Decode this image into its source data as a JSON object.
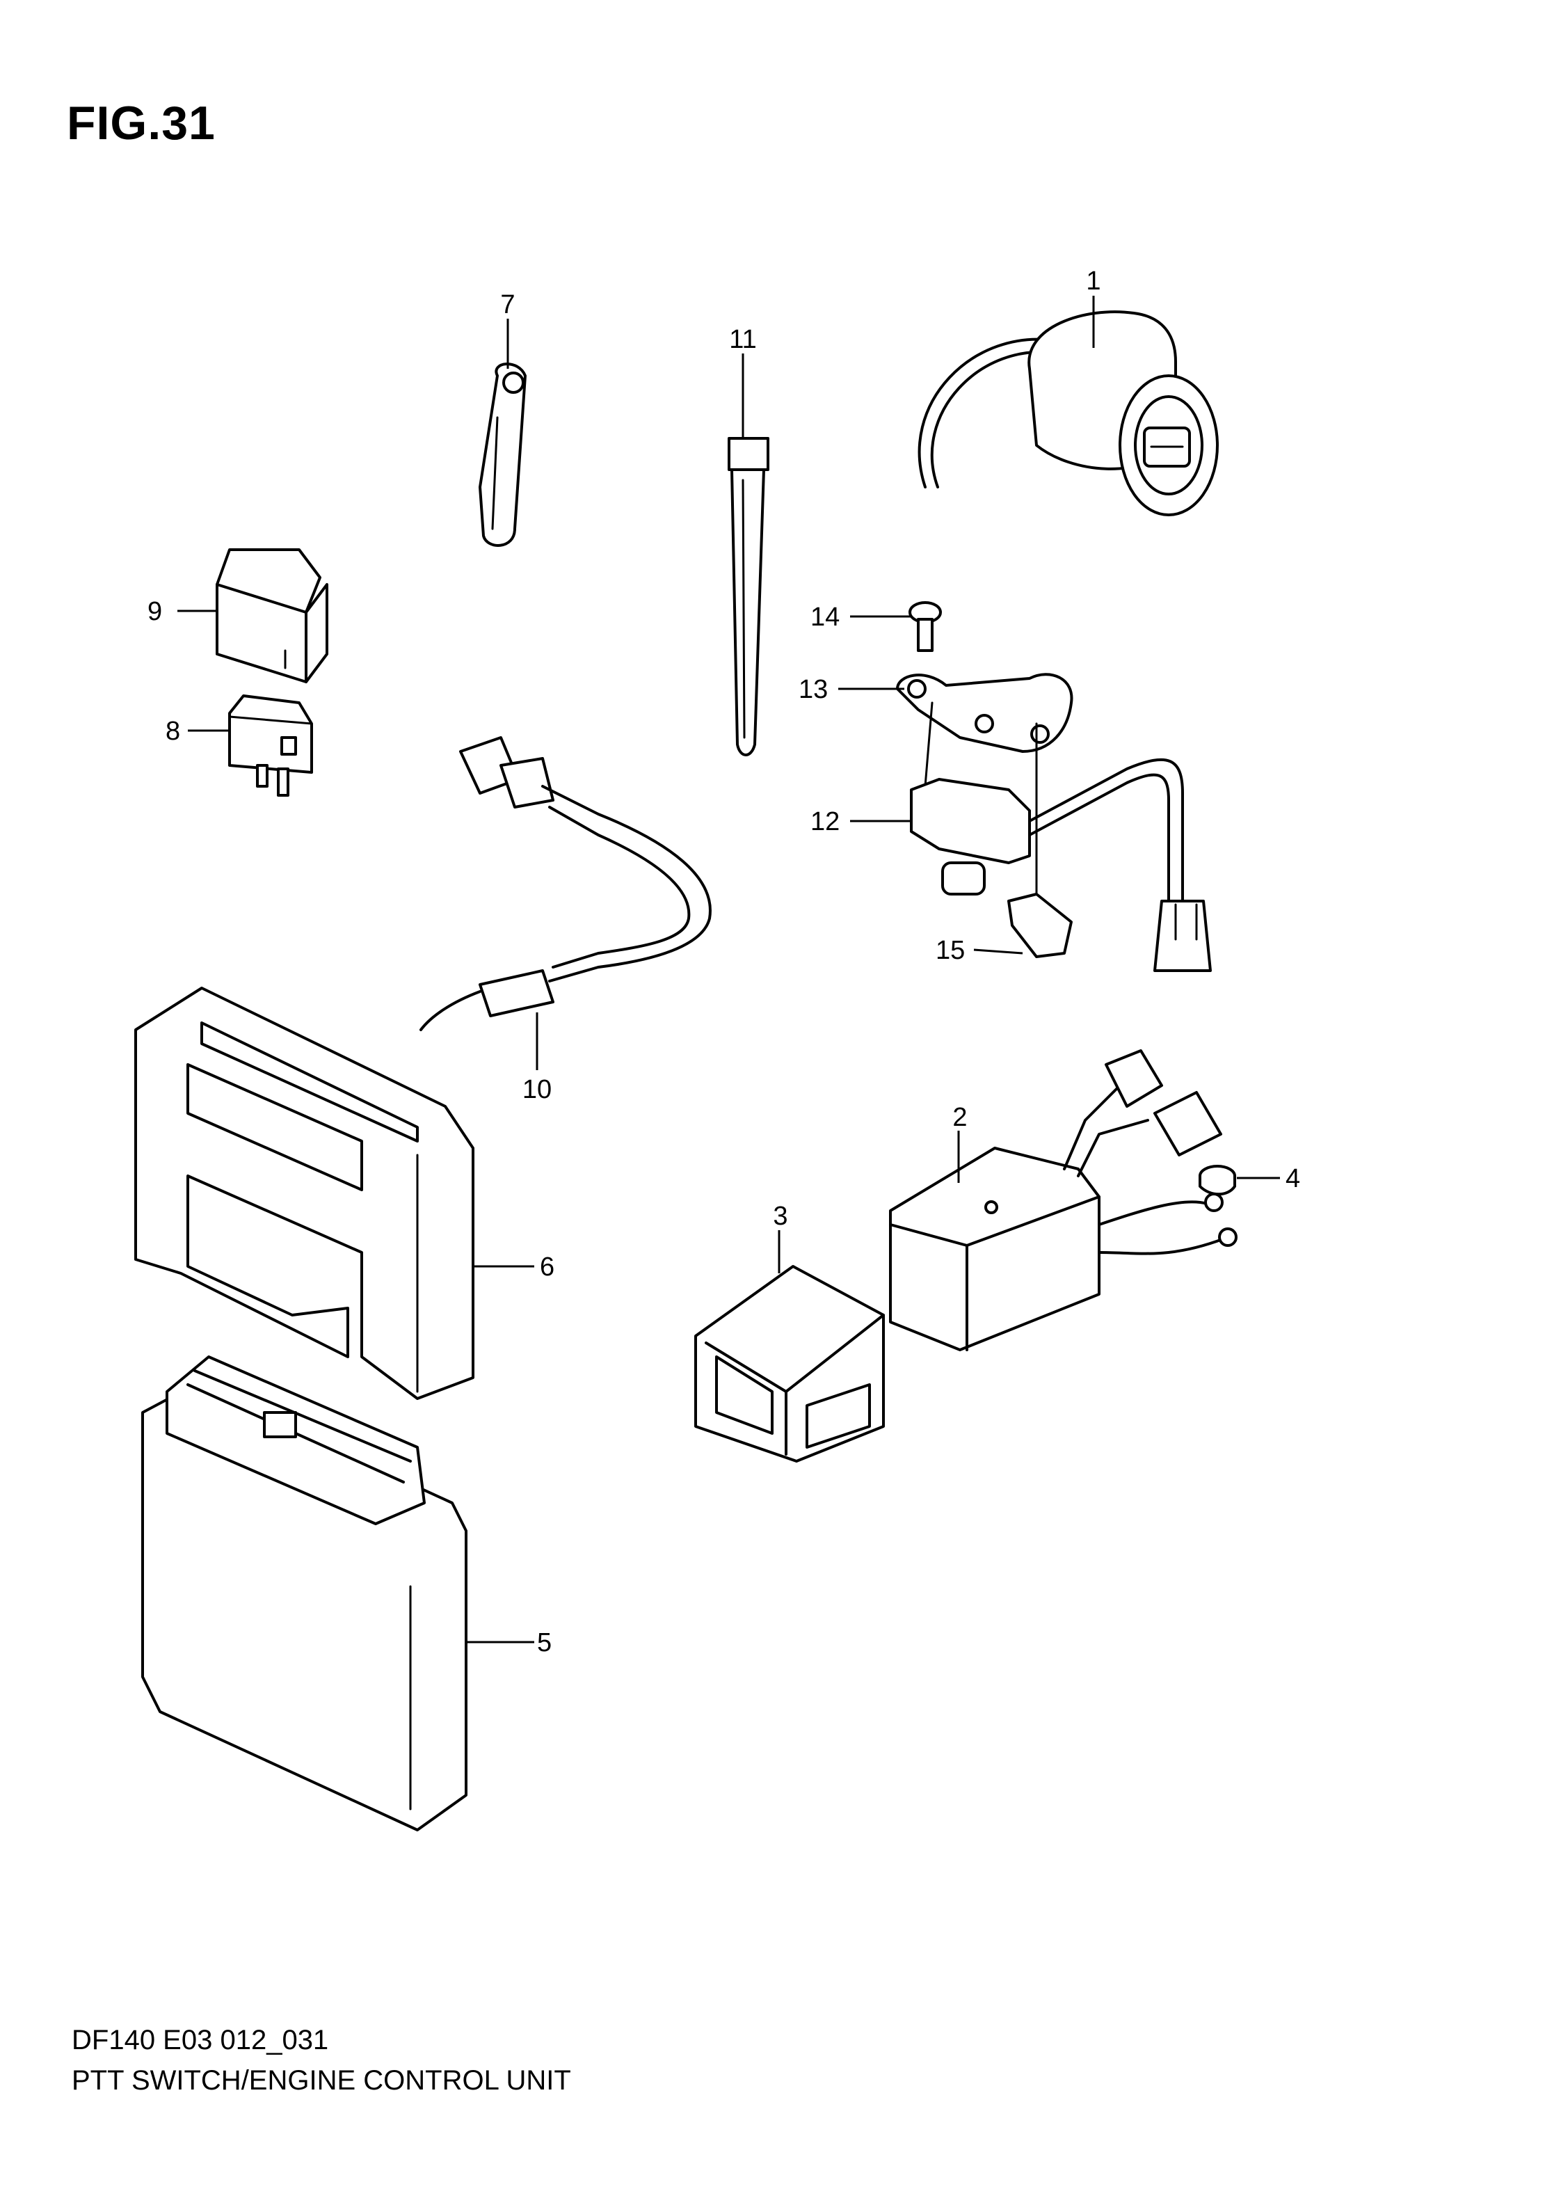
{
  "figure": {
    "title": "FIG.31",
    "model_code": "DF140 E03 012_031",
    "name": "PTT SWITCH/ENGINE CONTROL UNIT"
  },
  "callouts": [
    "1",
    "2",
    "3",
    "4",
    "5",
    "6",
    "7",
    "8",
    "9",
    "10",
    "11",
    "12",
    "13",
    "14",
    "15"
  ]
}
